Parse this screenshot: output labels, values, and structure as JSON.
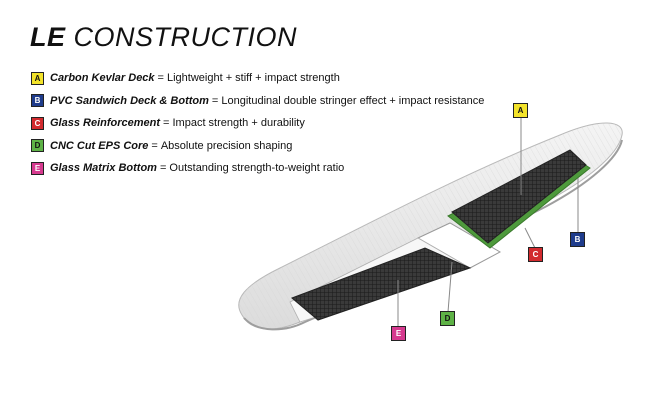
{
  "title": {
    "bold": "LE",
    "rest": "CONSTRUCTION"
  },
  "legend": [
    {
      "letter": "A",
      "name": "Carbon Kevlar Deck",
      "sep": "=",
      "desc": "Lightweight + stiff + impact strength",
      "color": "#f3e32a",
      "text_color": "#111111"
    },
    {
      "letter": "B",
      "name": "PVC Sandwich Deck & Bottom",
      "sep": "=",
      "desc": "Longitudinal double stringer effect + impact resistance",
      "color": "#1f3c8c",
      "text_color": "#ffffff"
    },
    {
      "letter": "C",
      "name": "Glass Reinforcement",
      "sep": "=",
      "desc": "Impact strength + durability",
      "color": "#d22a2e",
      "text_color": "#ffffff"
    },
    {
      "letter": "D",
      "name": "CNC Cut EPS Core",
      "sep": "=",
      "desc": "Absolute precision shaping",
      "color": "#5eb246",
      "text_color": "#111111"
    },
    {
      "letter": "E",
      "name": "Glass Matrix Bottom",
      "sep": "=",
      "desc": "Outstanding strength-to-weight ratio",
      "color": "#d63a8f",
      "text_color": "#ffffff"
    }
  ],
  "callouts": [
    {
      "letter": "A",
      "color": "#f3e32a",
      "text_color": "#111111"
    },
    {
      "letter": "B",
      "color": "#1f3c8c",
      "text_color": "#ffffff"
    },
    {
      "letter": "C",
      "color": "#d22a2e",
      "text_color": "#ffffff"
    },
    {
      "letter": "D",
      "color": "#5eb246",
      "text_color": "#111111"
    },
    {
      "letter": "E",
      "color": "#d63a8f",
      "text_color": "#ffffff"
    }
  ]
}
